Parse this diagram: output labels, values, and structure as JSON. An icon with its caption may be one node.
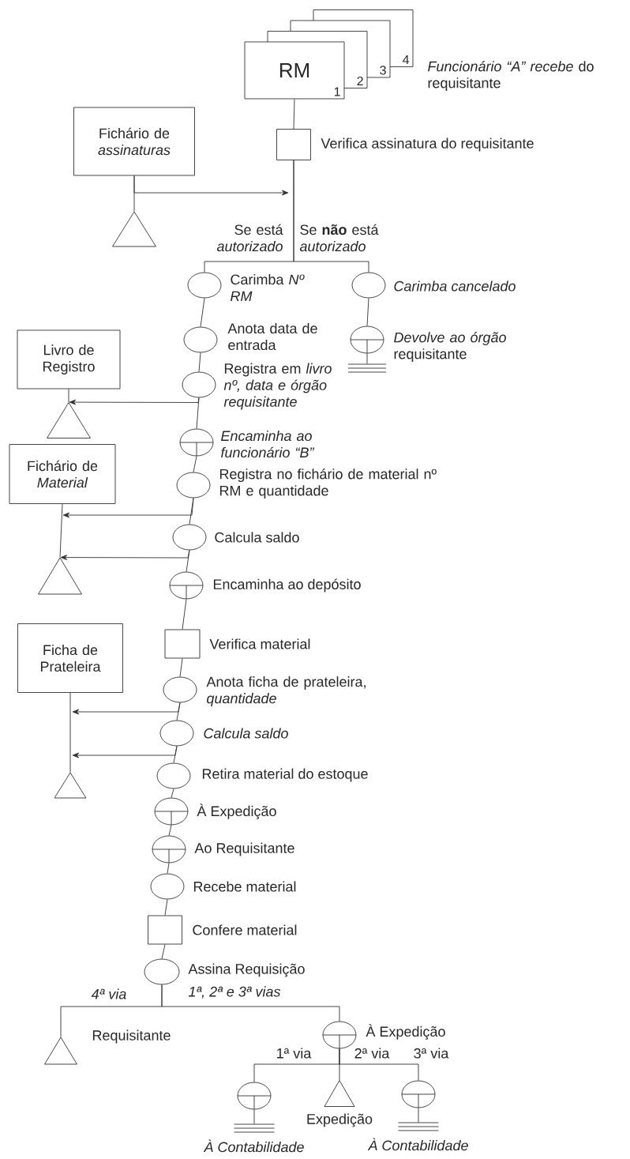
{
  "diagram": {
    "nodes": [
      {
        "text": [
          "RM",
          "1"
        ]
      },
      {
        "text": [
          "2"
        ]
      },
      {
        "text": [
          "3"
        ]
      },
      {
        "text": [
          "4"
        ],
        "beside": [
          "*Funcionário “A” recebe* do requisitante"
        ]
      },
      {
        "text": [
          "Fichário de *assinaturas*"
        ]
      },
      {
        "text": [],
        "shape": "triangle"
      },
      {
        "text": [],
        "shape": "square",
        "beside": [
          "Verifica assinatura do requisitante"
        ]
      },
      {
        "text": [],
        "shape": "circle",
        "beside": [
          "Carimba *Nº RM*"
        ]
      },
      {
        "text": [],
        "shape": "circle",
        "beside": [
          "*Carimba cancelado*"
        ]
      },
      {
        "text": [],
        "shape": "split-circle",
        "beside": [
          "*Devolve ao órgão* requisitante"
        ]
      },
      {
        "text": [],
        "shape": "ground"
      },
      {
        "text": [],
        "shape": "circle",
        "beside": [
          "Anota data de entrada"
        ]
      },
      {
        "text": [
          "Livro de Registro"
        ]
      },
      {
        "text": [],
        "shape": "triangle"
      },
      {
        "text": [],
        "shape": "circle",
        "beside": [
          "Registra em *livro nº, data e órgão requisitante*"
        ]
      },
      {
        "text": [],
        "shape": "split-circle",
        "beside": [
          "*Encaminha ao funcionário “B”*"
        ]
      },
      {
        "text": [
          "Fichário de *Material*"
        ]
      },
      {
        "text": [],
        "shape": "circle",
        "beside": [
          "Registra no fichário de material nº RM e quantidade"
        ]
      },
      {
        "text": [],
        "shape": "circle",
        "beside": [
          "Calcula saldo"
        ]
      },
      {
        "text": [],
        "shape": "triangle"
      },
      {
        "text": [],
        "shape": "split-circle",
        "beside": [
          "Encaminha ao depósito"
        ]
      },
      {
        "text": [
          "Ficha de Prateleira"
        ]
      },
      {
        "text": [],
        "shape": "square",
        "beside": [
          "Verifica material"
        ]
      },
      {
        "text": [],
        "shape": "circle",
        "beside": [
          "Anota ficha de prateleira, *quantidade*"
        ]
      },
      {
        "text": [],
        "shape": "circle",
        "beside": [
          "*Calcula saldo*"
        ]
      },
      {
        "text": [],
        "shape": "circle",
        "beside": [
          "Retira material do estoque"
        ]
      },
      {
        "text": [],
        "shape": "triangle"
      },
      {
        "text": [],
        "shape": "split-circle",
        "beside": [
          "À Expedição"
        ]
      },
      {
        "text": [],
        "shape": "split-circle",
        "beside": [
          "Ao Requisitante"
        ]
      },
      {
        "text": [],
        "shape": "circle",
        "beside": [
          "Recebe material"
        ]
      },
      {
        "text": [],
        "shape": "square",
        "beside": [
          "Confere material"
        ]
      },
      {
        "text": [],
        "shape": "circle",
        "beside": [
          "Assina Requisição"
        ]
      },
      {
        "text": [],
        "shape": "triangle",
        "beside": [
          "Requisitante"
        ]
      },
      {
        "text": [],
        "shape": "split-circle",
        "beside": [
          "À Expedição"
        ]
      },
      {
        "text": [],
        "shape": "split-circle"
      },
      {
        "text": [
          "À Contabilidade"
        ]
      },
      {
        "text": [],
        "shape": "triangle",
        "beside": [
          "Expedição"
        ]
      },
      {
        "text": [],
        "shape": "split-circle"
      },
      {
        "text": [
          "À Contabilidade"
        ]
      }
    ],
    "edges": [
      {
        "from": 0,
        "to": 6,
        "arrow": "none"
      },
      {
        "from": 4,
        "to": 5,
        "arrow": "none"
      },
      {
        "from": 4,
        "to": null,
        "arrow": "to"
      },
      {
        "from": 6,
        "to": 7,
        "arrow": "none",
        "label": "Se está *autorizado*"
      },
      {
        "from": 6,
        "to": 8,
        "arrow": "none",
        "label": "Se **não** está *autorizado*"
      },
      {
        "from": 8,
        "to": 9,
        "arrow": "none"
      },
      {
        "from": 9,
        "to": 10,
        "arrow": "none"
      },
      {
        "from": 7,
        "to": 11,
        "arrow": "none"
      },
      {
        "from": 11,
        "to": 14,
        "arrow": "none"
      },
      {
        "from": 12,
        "to": 13,
        "arrow": "none"
      },
      {
        "from": 14,
        "to": 13,
        "arrow": "to"
      },
      {
        "from": 14,
        "to": 15,
        "arrow": "none"
      },
      {
        "from": 15,
        "to": 17,
        "arrow": "none"
      },
      {
        "from": 16,
        "to": 19,
        "arrow": "none"
      },
      {
        "from": 17,
        "to": 16,
        "arrow": "to"
      },
      {
        "from": 17,
        "to": 18,
        "arrow": "none"
      },
      {
        "from": 18,
        "to": 19,
        "arrow": "to"
      },
      {
        "from": 18,
        "to": 20,
        "arrow": "none"
      },
      {
        "from": 20,
        "to": 22,
        "arrow": "none"
      },
      {
        "from": 22,
        "to": 23,
        "arrow": "none"
      },
      {
        "from": 21,
        "to": 26,
        "arrow": "none"
      },
      {
        "from": 23,
        "to": null,
        "arrow": "to"
      },
      {
        "from": 23,
        "to": 24,
        "arrow": "none"
      },
      {
        "from": 24,
        "to": 26,
        "arrow": "to"
      },
      {
        "from": 24,
        "to": 25,
        "arrow": "none"
      },
      {
        "from": 25,
        "to": 27,
        "arrow": "none"
      },
      {
        "from": 27,
        "to": 28,
        "arrow": "none"
      },
      {
        "from": 28,
        "to": 29,
        "arrow": "none"
      },
      {
        "from": 29,
        "to": 30,
        "arrow": "none"
      },
      {
        "from": 30,
        "to": 31,
        "arrow": "none"
      },
      {
        "from": 31,
        "to": 32,
        "arrow": "none",
        "label": "*4ª via*"
      },
      {
        "from": 31,
        "to": 33,
        "arrow": "none",
        "label": "*1ª, 2ª e 3ª vias*"
      },
      {
        "from": 33,
        "to": 34,
        "arrow": "none",
        "label": "1ª via"
      },
      {
        "from": 33,
        "to": 36,
        "arrow": "none",
        "label": "2ª via"
      },
      {
        "from": 33,
        "to": 37,
        "arrow": "none",
        "label": "3ª via"
      },
      {
        "from": 34,
        "to": 35,
        "arrow": "none"
      },
      {
        "from": 37,
        "to": 38,
        "arrow": "none"
      }
    ]
  }
}
